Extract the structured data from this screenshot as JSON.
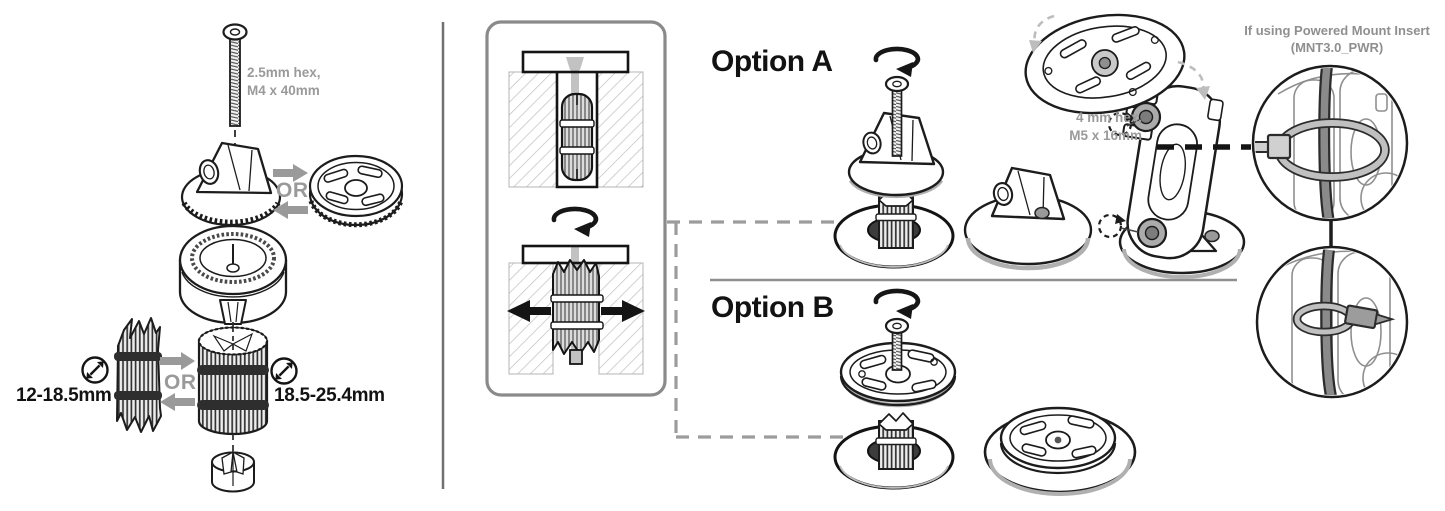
{
  "colors": {
    "line": "#1c1c1c",
    "label_gray": "#9a9a9a",
    "note_gray": "#8f8f8f",
    "divider_gray": "#707070",
    "dash_connector": "#9c9c9c",
    "band_dark": "#2e2e2e",
    "metal_gray": "#c2c2c2"
  },
  "left_panel": {
    "screw_label_line1": "2.5mm hex,",
    "screw_label_line2": "M4 x 40mm",
    "or_top": "OR",
    "or_bottom": "OR",
    "shim_small_range": "12-18.5mm",
    "shim_large_range": "18.5-25.4mm"
  },
  "option_a": {
    "title": "Option A",
    "bolt_label_line1": "4 mm hex,",
    "bolt_label_line2": "M5 x 16mm"
  },
  "option_b": {
    "title": "Option B"
  },
  "powered_note": {
    "line1": "If using Powered Mount Insert",
    "line2": "(MNT3.0_PWR)"
  },
  "icons": {
    "rotate_cw": "clockwise-rotation-arrow",
    "rotate_hint": "dashed-rotation-arrow",
    "diameter": "diameter-range-arrow",
    "swap": "or-swap-arrows",
    "expand": "expand-outward-arrows"
  }
}
